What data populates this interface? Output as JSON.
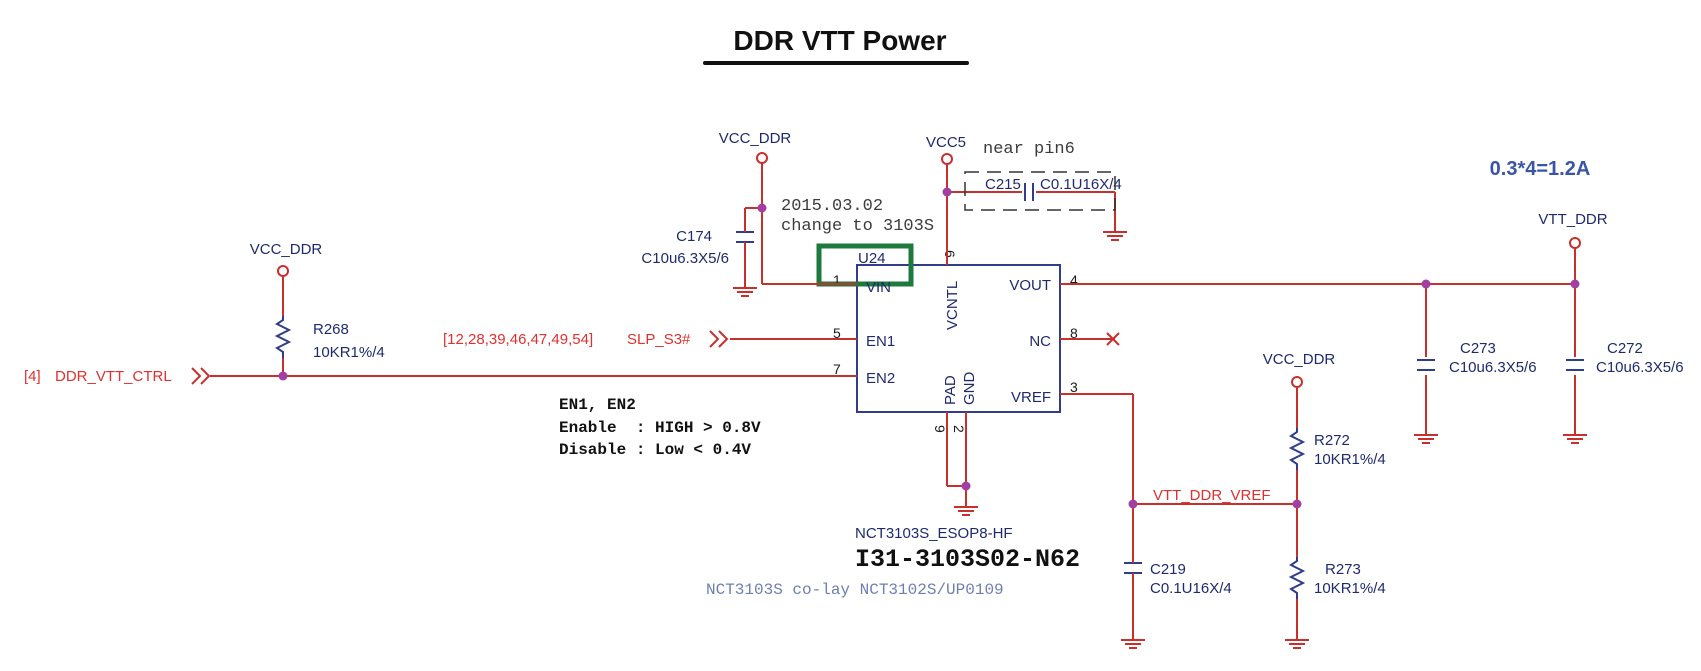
{
  "title": "DDR VTT Power",
  "current_calc": "0.3*4=1.2A",
  "ic": {
    "refdes": "U24",
    "part_label": "NCT3103S_ESOP8-HF",
    "part_number": "I31-3103S02-N62",
    "colay_note": "NCT3103S co-lay NCT3102S/UP0109",
    "pins": {
      "vin": {
        "name": "VIN",
        "num": "1"
      },
      "en1": {
        "name": "EN1",
        "num": "5"
      },
      "en2": {
        "name": "EN2",
        "num": "7"
      },
      "vcntl": {
        "name": "VCNTL",
        "num": "6"
      },
      "vout": {
        "name": "VOUT",
        "num": "4"
      },
      "nc": {
        "name": "NC",
        "num": "8"
      },
      "vref": {
        "name": "VREF",
        "num": "3"
      },
      "pad": {
        "name": "PAD",
        "num": "9"
      },
      "gnd": {
        "name": "GND",
        "num": "2"
      }
    }
  },
  "change_note": {
    "line1": "2015.03.02",
    "line2": "change to 3103S"
  },
  "near_pin_note": "near pin6",
  "en_spec": {
    "line1": "EN1, EN2",
    "line2": "Enable  : HIGH > 0.8V",
    "line3": "Disable : Low < 0.4V"
  },
  "power_rails": {
    "vcc_ddr_left": "VCC_DDR",
    "vcc_ddr_top": "VCC_DDR",
    "vcc5": "VCC5",
    "vtt_ddr": "VTT_DDR",
    "vcc_ddr_right": "VCC_DDR"
  },
  "nets": {
    "ddr_vtt_ctrl": {
      "sheet_ref": "[4]",
      "name": "DDR_VTT_CTRL"
    },
    "slp_s3": {
      "sheet_ref": "[12,28,39,46,47,49,54]",
      "name": "SLP_S3#"
    },
    "vtt_ddr_vref": "VTT_DDR_VREF"
  },
  "components": {
    "r268": {
      "ref": "R268",
      "value": "10KR1%/4"
    },
    "c174": {
      "ref": "C174",
      "value": "C10u6.3X5/6"
    },
    "c215": {
      "ref": "C215",
      "value": "C0.1U16X/4"
    },
    "c273": {
      "ref": "C273",
      "value": "C10u6.3X5/6"
    },
    "c272": {
      "ref": "C272",
      "value": "C10u6.3X5/6"
    },
    "r272": {
      "ref": "R272",
      "value": "10KR1%/4"
    },
    "r273": {
      "ref": "R273",
      "value": "10KR1%/4"
    },
    "c219": {
      "ref": "C219",
      "value": "C0.1U16X/4"
    }
  },
  "colors": {
    "wire": "#c9302c",
    "component": "#2f3d8a",
    "net_label": "#e03030",
    "junction": "#a23fa0",
    "highlight_box": "#1e7a3c"
  }
}
